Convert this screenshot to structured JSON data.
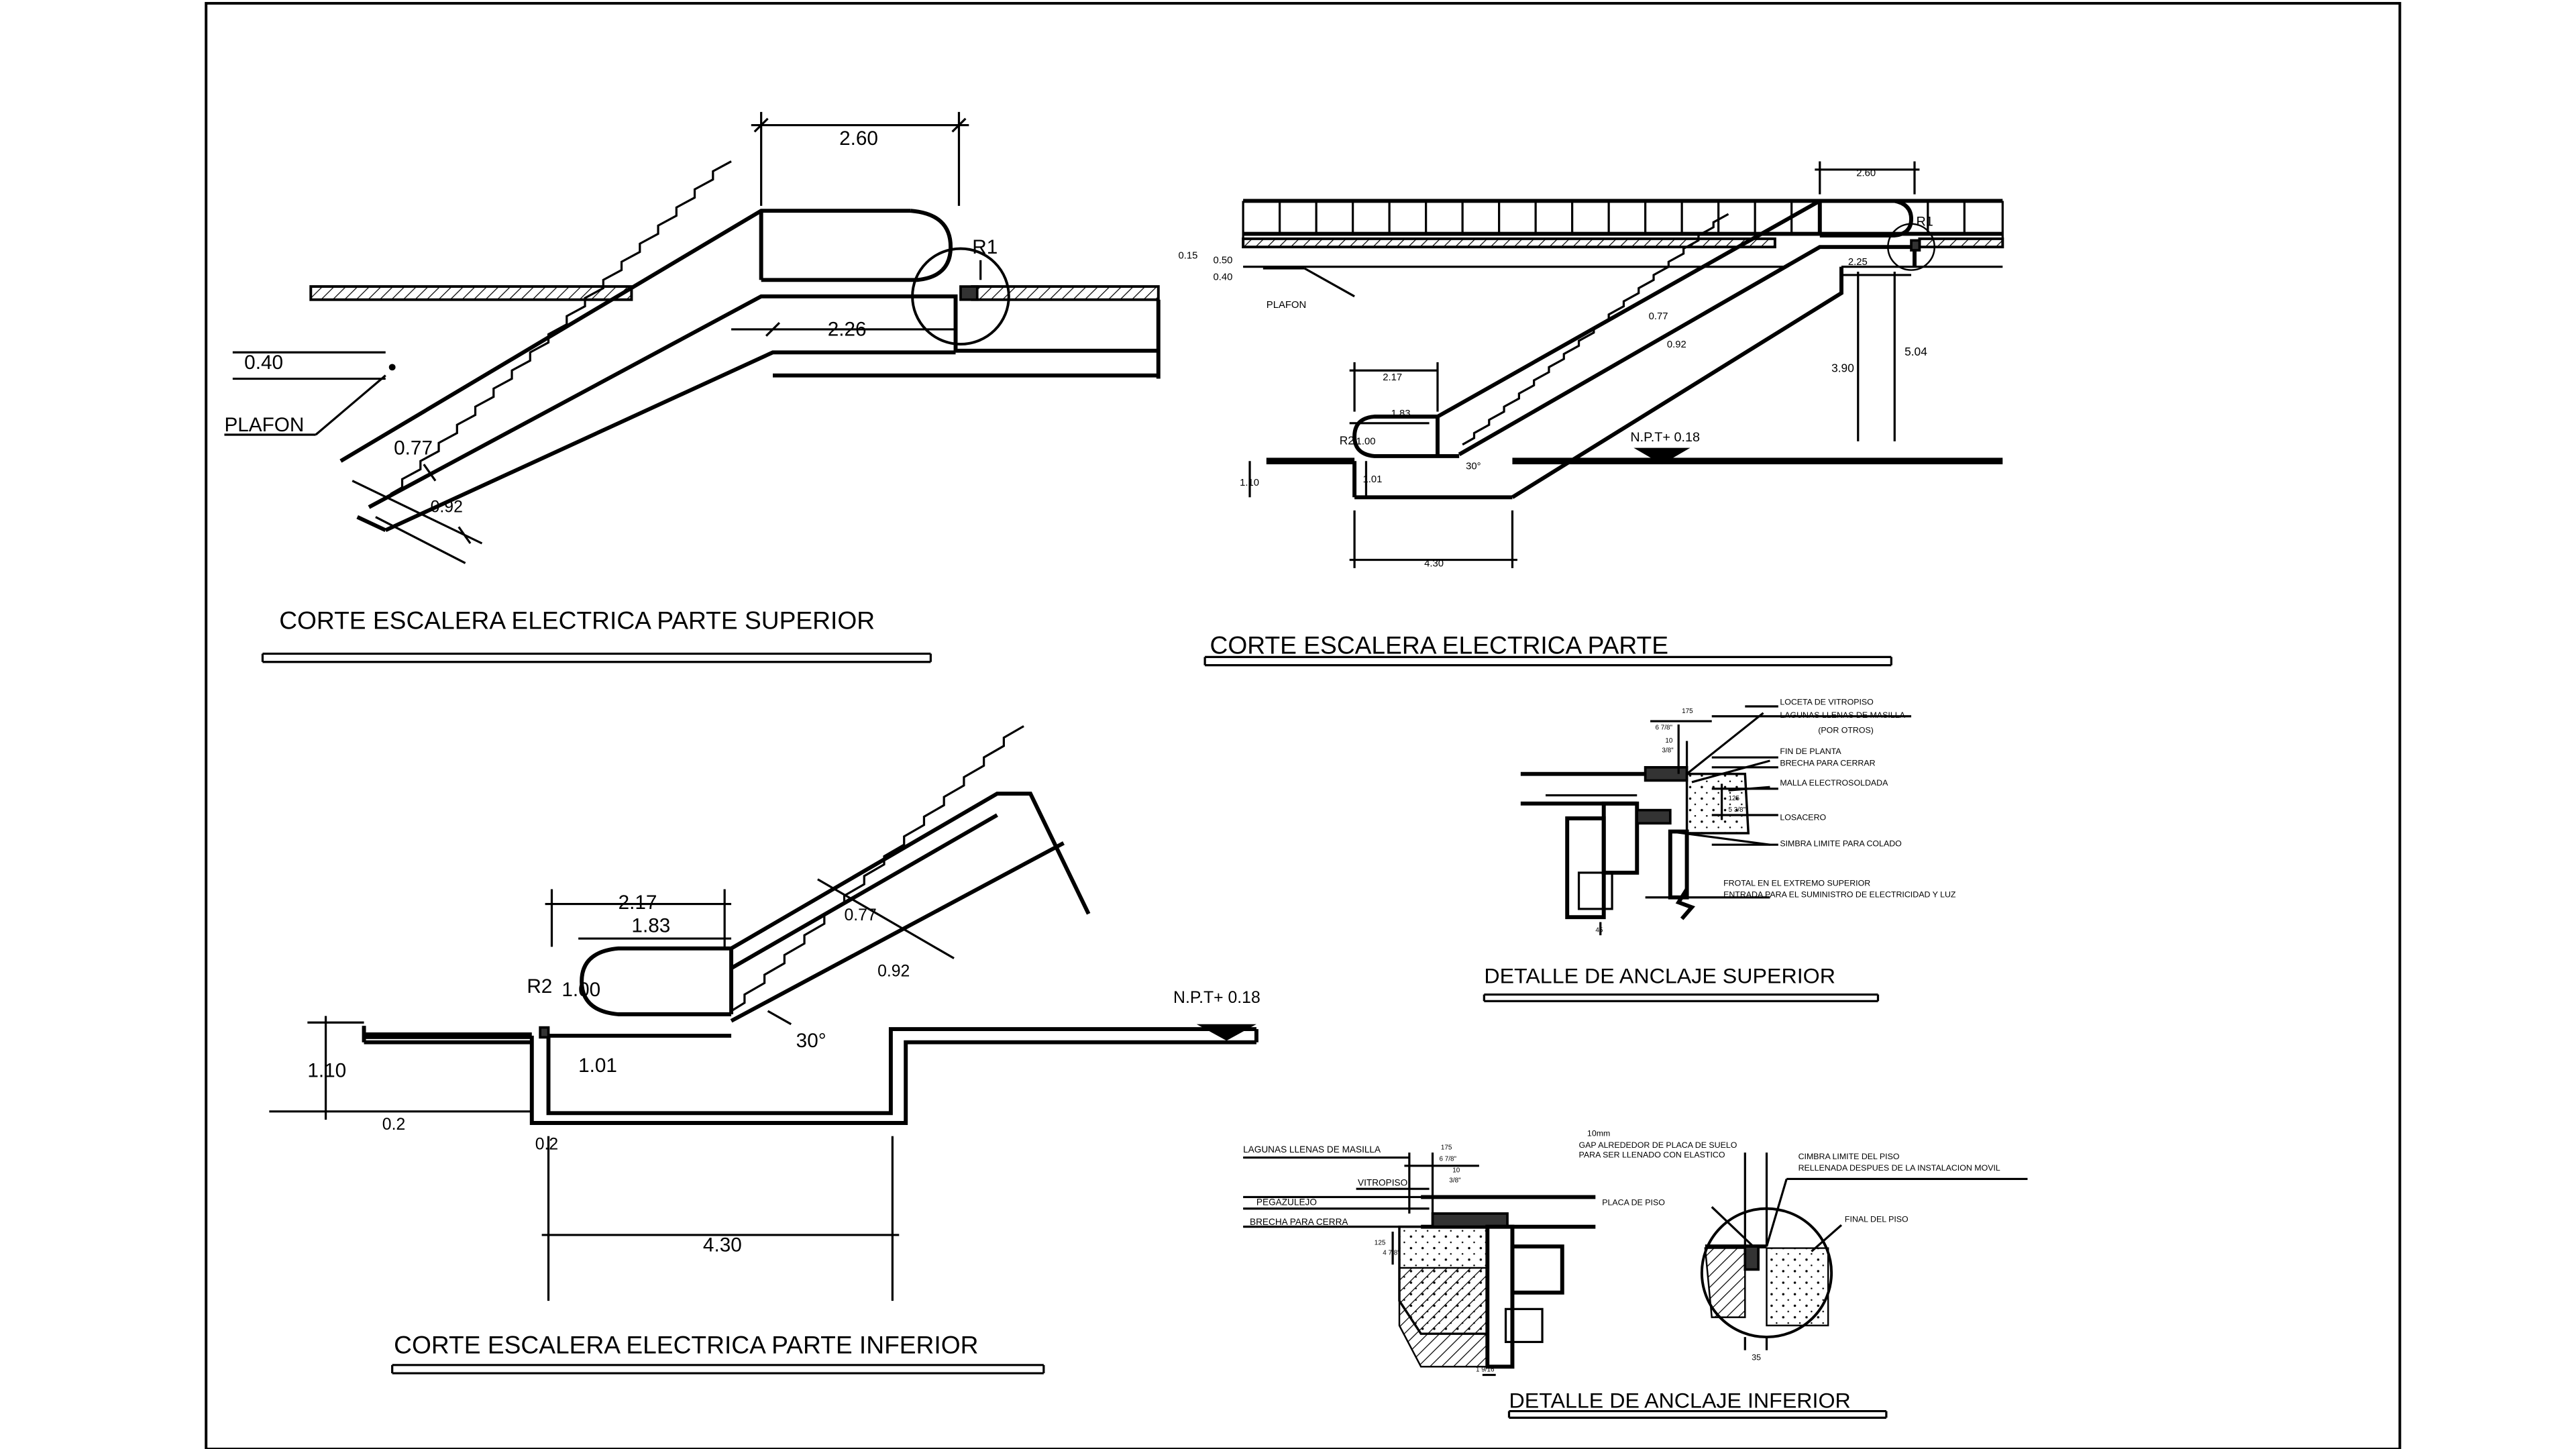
{
  "views": {
    "superior": {
      "title": "CORTE ESCALERA ELECTRICA PARTE SUPERIOR",
      "dims": {
        "d260": "2.60",
        "r1": "R1",
        "d226": "2.26",
        "d040": "0.40",
        "d077": "0.77",
        "d092": "0.92"
      },
      "plafon": "PLAFON"
    },
    "parte": {
      "title": "CORTE ESCALERA ELECTRICA PARTE",
      "dims": {
        "d260": "2.60",
        "r1": "R1",
        "d015": "0.15",
        "d050": "0.50",
        "d040": "0.40",
        "d225": "2.25",
        "d077": "0.77",
        "d092": "0.92",
        "d504": "5.04",
        "d390": "3.90",
        "d217": "2.17",
        "d183": "1.83",
        "r2": "R2",
        "d100": "1.00",
        "d101": "1.01",
        "d110": "1.10",
        "ang": "30°",
        "d430": "4.30"
      },
      "plafon": "PLAFON",
      "npt": "N.P.T+  0.18"
    },
    "inferior": {
      "title": "CORTE ESCALERA ELECTRICA PARTE INFERIOR",
      "dims": {
        "d217": "2.17",
        "d183": "1.83",
        "d077": "0.77",
        "d092": "0.92",
        "r2": "R2",
        "d100": "1.00",
        "d101": "1.01",
        "d110": "1.10",
        "d02a": "0.2",
        "d02b": "0.2",
        "ang": "30°",
        "d430": "4.30"
      },
      "npt": "N.P.T+  0.18"
    },
    "anclaje_superior": {
      "title": "DETALLE DE ANCLAJE SUPERIOR",
      "labels": {
        "l1": "LOCETA DE VITROPISO",
        "l2": "LAGUNAS LLENAS DE MASILLA",
        "l3": "(POR OTROS)",
        "l4": "FIN DE PLANTA",
        "l5": "BRECHA PARA CERRAR",
        "l6": "MALLA ELECTROSOLDADA",
        "l7": "LOSACERO",
        "l8": "SIMBRA LIMITE PARA COLADO",
        "l9": "FROTAL EN EL EXTREMO SUPERIOR",
        "l10": "ENTRADA PARA EL SUMINISTRO DE ELECTRICIDAD Y LUZ"
      },
      "dims": {
        "a": "175",
        "b": "6 7/8\"",
        "c": "10",
        "d": "3/8\"",
        "e": "125",
        "f": "5 3/8\"",
        "g": "45"
      }
    },
    "anclaje_inferior": {
      "title": "DETALLE DE ANCLAJE INFERIOR",
      "labels": {
        "l1": "LAGUNAS LLENAS DE MASILLA",
        "l2": "VITROPISO",
        "l3": "PEGAZULEJO",
        "l4": "BRECHA PARA CERRA",
        "l5": "10mm",
        "l6": "GAP ALREDEDOR DE PLACA DE SUELO",
        "l7": "PARA SER LLENADO CON ELASTICO",
        "l8": "CIMBRA LIMITE DEL PISO",
        "l9": "RELLENADA DESPUES DE LA INSTALACION MOVIL",
        "l10": "PLACA DE PISO",
        "l11": "FINAL DEL PISO"
      },
      "dims": {
        "a": "175",
        "b": "6 7/8\"",
        "c": "10",
        "d": "3/8\"",
        "e": "125",
        "f": "4 7/8\"",
        "g": "1 9/16\"",
        "h": "35"
      }
    }
  }
}
